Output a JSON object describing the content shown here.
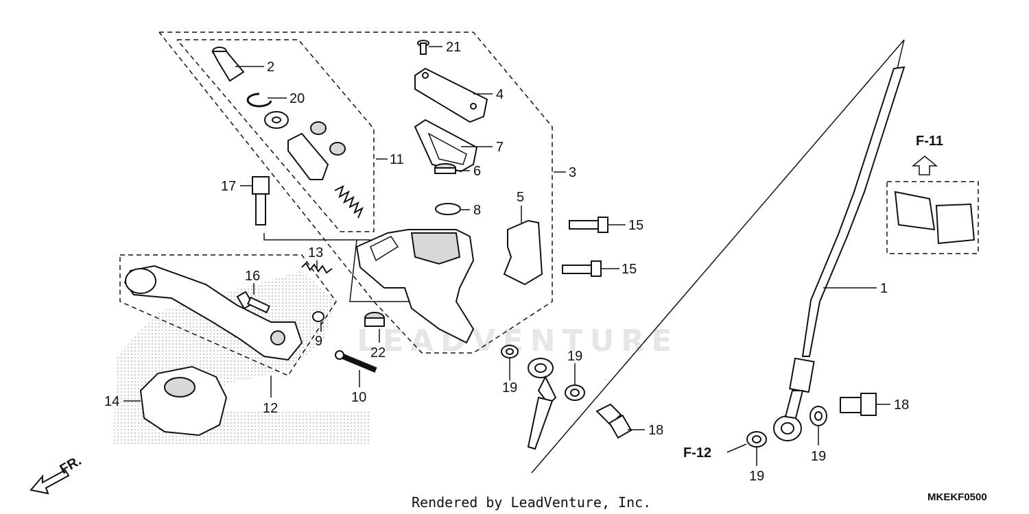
{
  "watermark": "LEADVENTURE",
  "footer": {
    "rendered_by": "Rendered by LeadVenture, Inc.",
    "diagram_code": "MKEKF0500"
  },
  "direction_marker": "FR.",
  "refs": {
    "f11": "F-11",
    "f12": "F-12"
  },
  "callouts": {
    "c1": "1",
    "c2": "2",
    "c3": "3",
    "c4": "4",
    "c5": "5",
    "c6": "6",
    "c7": "7",
    "c8": "8",
    "c9": "9",
    "c10": "10",
    "c11": "11",
    "c12": "12",
    "c13": "13",
    "c14": "14",
    "c15a": "15",
    "c15b": "15",
    "c16": "16",
    "c17": "17",
    "c18a": "18",
    "c18b": "18",
    "c19a": "19",
    "c19b": "19",
    "c19c": "19",
    "c19d": "19",
    "c20": "20",
    "c21": "21",
    "c22": "22"
  },
  "colors": {
    "line": "#111111",
    "watermark": "#e6e6e6",
    "stipple": "#bbbbbb",
    "background": "#ffffff"
  }
}
